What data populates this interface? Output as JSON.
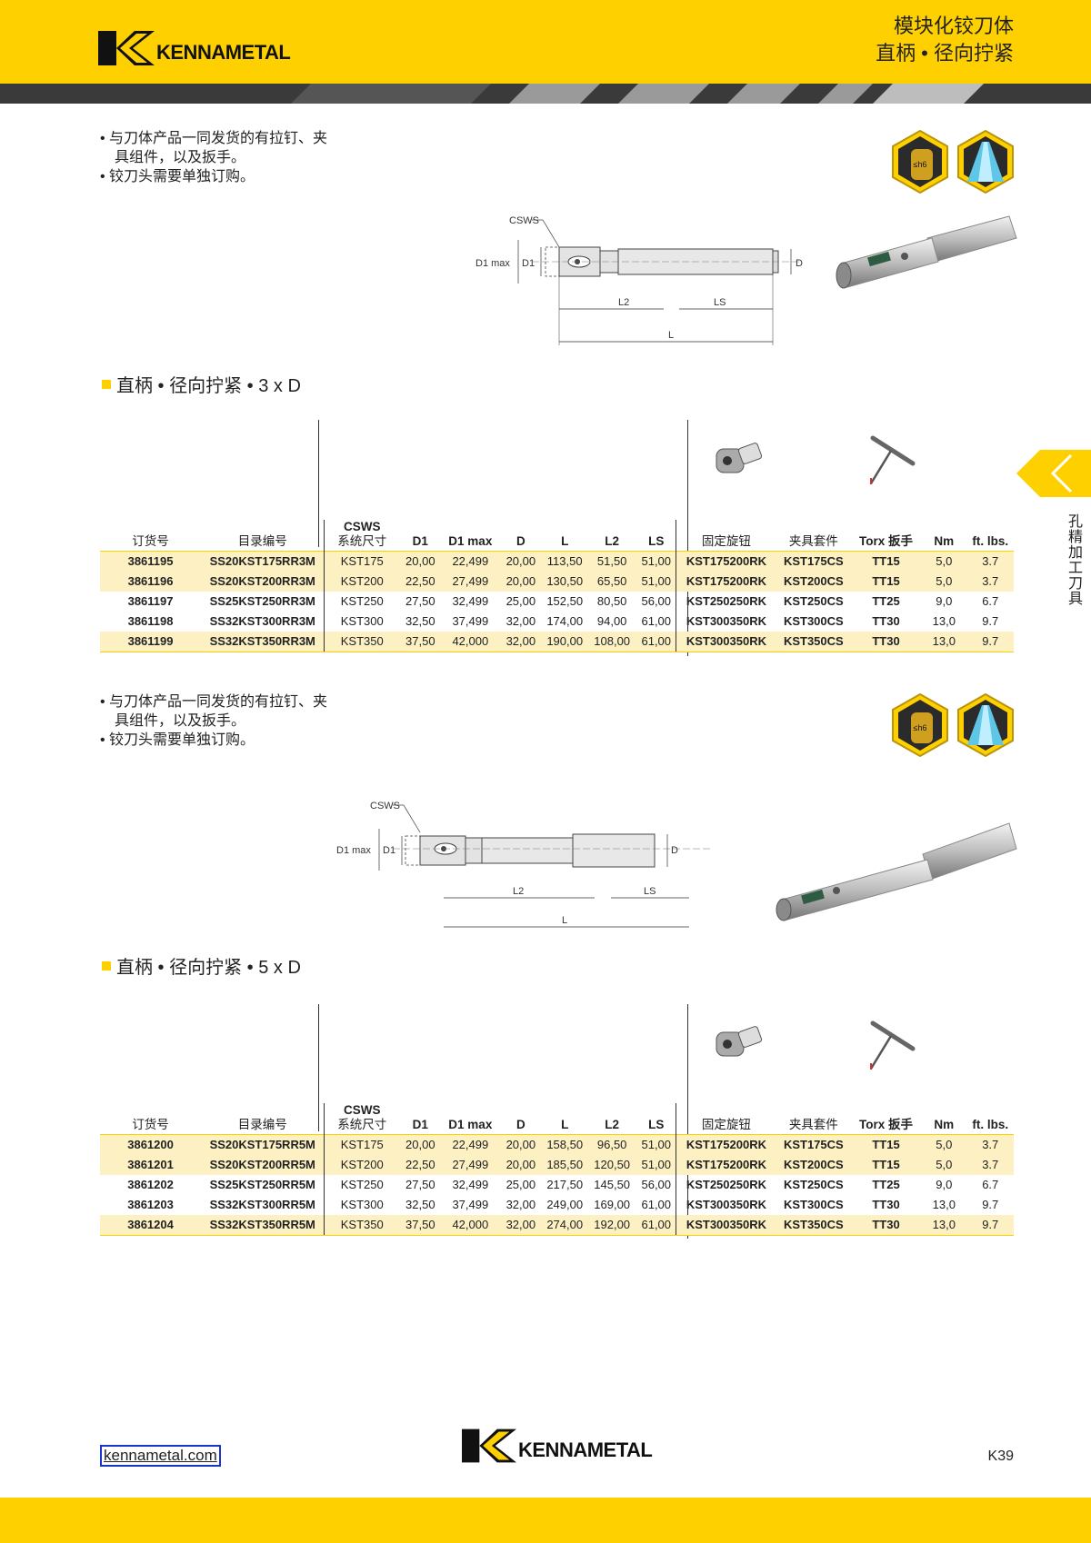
{
  "header": {
    "brand": "KENNAMETAL",
    "title_line1": "模块化铰刀体",
    "title_line2": "直柄 • 径向拧紧"
  },
  "side_tab": {
    "label": "孔精加工刀具"
  },
  "sections": [
    {
      "bullets": [
        "与刀体产品一同发货的有拉钉、夹具组件，以及扳手。",
        "铰刀头需要单独订购。"
      ],
      "hex_icons": [
        "≤h6",
        "coolant-icon"
      ],
      "drawing_labels": {
        "csws": "CSWS",
        "d1max": "D1 max",
        "d1": "D1",
        "d": "D",
        "l2": "L2",
        "ls": "LS",
        "l": "L"
      },
      "title": "直柄 • 径向拧紧 • 3 x D",
      "table": {
        "headers": [
          "订货号",
          "目录编号",
          "CSWS\n系统尺寸",
          "D1",
          "D1 max",
          "D",
          "L",
          "L2",
          "LS",
          "固定旋钮",
          "夹具套件",
          "Torx 扳手",
          "Nm",
          "ft. lbs."
        ],
        "rows": [
          [
            "3861195",
            "SS20KST175RR3M",
            "KST175",
            "20,00",
            "22,499",
            "20,00",
            "113,50",
            "51,50",
            "51,00",
            "KST175200RK",
            "KST175CS",
            "TT15",
            "5,0",
            "3.7"
          ],
          [
            "3861196",
            "SS20KST200RR3M",
            "KST200",
            "22,50",
            "27,499",
            "20,00",
            "130,50",
            "65,50",
            "51,00",
            "KST175200RK",
            "KST200CS",
            "TT15",
            "5,0",
            "3.7"
          ],
          [
            "3861197",
            "SS25KST250RR3M",
            "KST250",
            "27,50",
            "32,499",
            "25,00",
            "152,50",
            "80,50",
            "56,00",
            "KST250250RK",
            "KST250CS",
            "TT25",
            "9,0",
            "6.7"
          ],
          [
            "3861198",
            "SS32KST300RR3M",
            "KST300",
            "32,50",
            "37,499",
            "32,00",
            "174,00",
            "94,00",
            "61,00",
            "KST300350RK",
            "KST300CS",
            "TT30",
            "13,0",
            "9.7"
          ],
          [
            "3861199",
            "SS32KST350RR3M",
            "KST350",
            "37,50",
            "42,000",
            "32,00",
            "190,00",
            "108,00",
            "61,00",
            "KST300350RK",
            "KST350CS",
            "TT30",
            "13,0",
            "9.7"
          ]
        ],
        "highlight_rows": [
          0,
          1,
          4
        ]
      }
    },
    {
      "bullets": [
        "与刀体产品一同发货的有拉钉、夹具组件，以及扳手。",
        "铰刀头需要单独订购。"
      ],
      "hex_icons": [
        "≤h6",
        "coolant-icon"
      ],
      "drawing_labels": {
        "csws": "CSWS",
        "d1max": "D1 max",
        "d1": "D1",
        "d": "D",
        "l2": "L2",
        "ls": "LS",
        "l": "L"
      },
      "title": "直柄 • 径向拧紧 • 5 x D",
      "table": {
        "headers": [
          "订货号",
          "目录编号",
          "CSWS\n系统尺寸",
          "D1",
          "D1 max",
          "D",
          "L",
          "L2",
          "LS",
          "固定旋钮",
          "夹具套件",
          "Torx 扳手",
          "Nm",
          "ft. lbs."
        ],
        "rows": [
          [
            "3861200",
            "SS20KST175RR5M",
            "KST175",
            "20,00",
            "22,499",
            "20,00",
            "158,50",
            "96,50",
            "51,00",
            "KST175200RK",
            "KST175CS",
            "TT15",
            "5,0",
            "3.7"
          ],
          [
            "3861201",
            "SS20KST200RR5M",
            "KST200",
            "22,50",
            "27,499",
            "20,00",
            "185,50",
            "120,50",
            "51,00",
            "KST175200RK",
            "KST200CS",
            "TT15",
            "5,0",
            "3.7"
          ],
          [
            "3861202",
            "SS25KST250RR5M",
            "KST250",
            "27,50",
            "32,499",
            "25,00",
            "217,50",
            "145,50",
            "56,00",
            "KST250250RK",
            "KST250CS",
            "TT25",
            "9,0",
            "6.7"
          ],
          [
            "3861203",
            "SS32KST300RR5M",
            "KST300",
            "32,50",
            "37,499",
            "32,00",
            "249,00",
            "169,00",
            "61,00",
            "KST300350RK",
            "KST300CS",
            "TT30",
            "13,0",
            "9.7"
          ],
          [
            "3861204",
            "SS32KST350RR5M",
            "KST350",
            "37,50",
            "42,000",
            "32,00",
            "274,00",
            "192,00",
            "61,00",
            "KST300350RK",
            "KST350CS",
            "TT30",
            "13,0",
            "9.7"
          ]
        ],
        "highlight_rows": [
          0,
          1,
          4
        ]
      }
    }
  ],
  "footer": {
    "link": "kennametal.com",
    "brand": "KENNAMETAL",
    "page": "K39"
  },
  "colors": {
    "accent": "#FFD000",
    "highlight": "#FDF1C4",
    "stripe_dark": "#3a3a3a",
    "stripe_light": "#9a9a9a"
  }
}
